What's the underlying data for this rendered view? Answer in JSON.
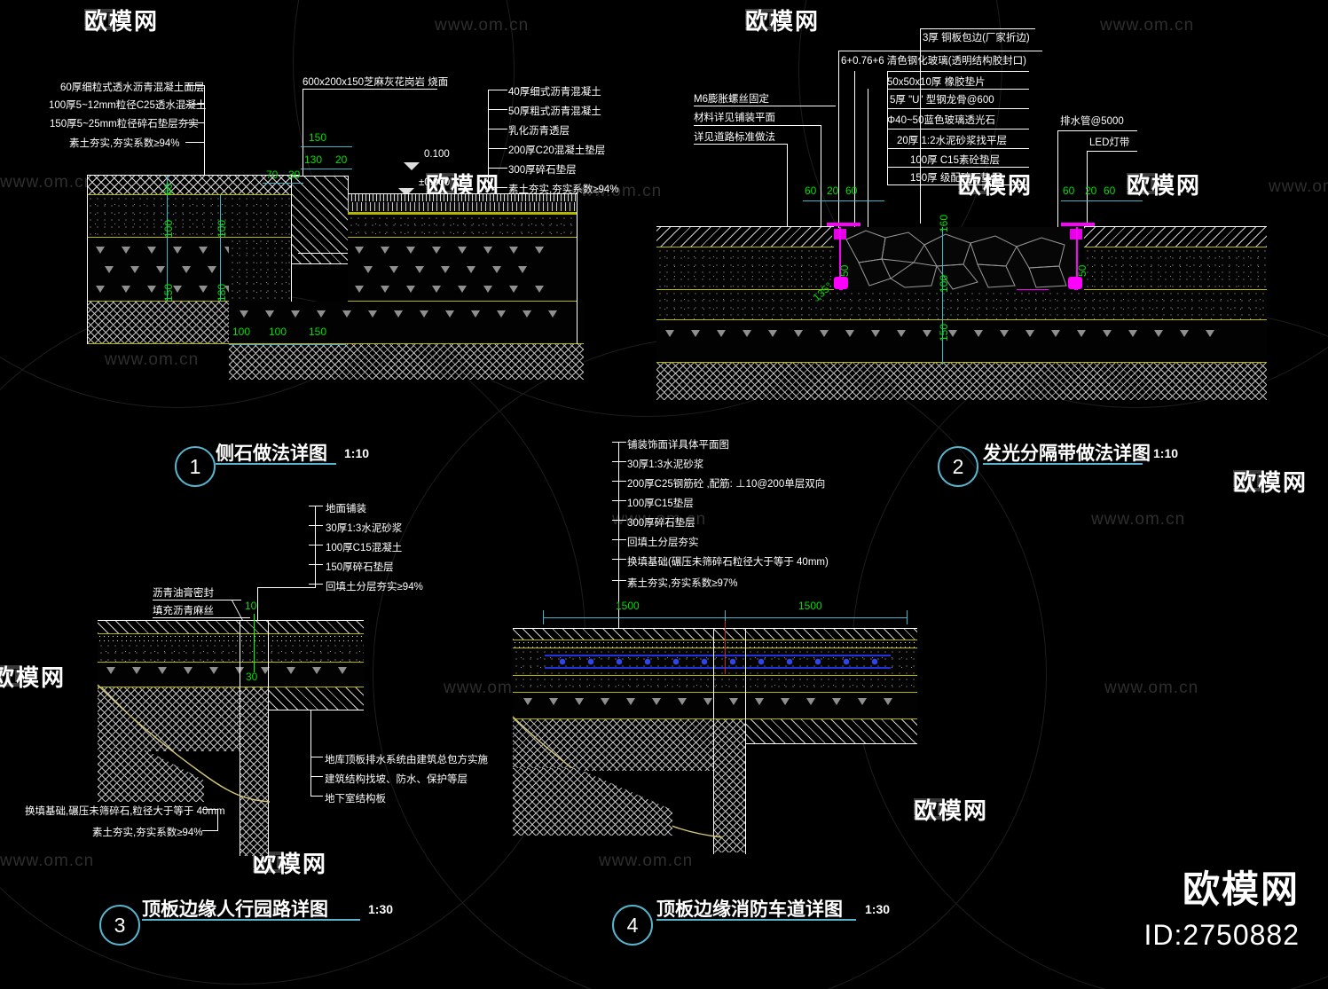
{
  "page": {
    "background_color": "#000000",
    "accent_color": "#58b4cc",
    "dim_color": "#00e000",
    "magenta_color": "#ff00ff",
    "yellow_color": "#b8b800"
  },
  "brand": {
    "name": "欧模网",
    "id": "ID:2750882"
  },
  "watermarks": {
    "text": "www.om.cn",
    "logo_text": "欧模网"
  },
  "details": [
    {
      "number": "1",
      "title": "侧石做法详图",
      "scale": "1:10",
      "left_notes": [
        "60厚细粒式透水沥青混凝土面层",
        "100厚5~12mm粒径C25透水混凝土",
        "150厚5~25mm粒径碎石垫层夯实",
        "素土夯实,夯实系数≥94%"
      ],
      "top_note": "600x200x150芝麻灰花岗岩  烧面",
      "right_notes": [
        "40厚细式沥青混凝土",
        "50厚粗式沥青混凝土",
        "乳化沥青透层",
        "200厚C20混凝土垫层",
        "300厚碎石垫层",
        "素土夯实,夯实系数≥94%"
      ],
      "elevations": [
        "0.100",
        "±0.000"
      ],
      "dimensions": {
        "top": [
          "150",
          "130",
          "20",
          "70",
          "30"
        ],
        "left": [
          "60",
          "100",
          "150"
        ],
        "inner": [
          "100",
          "180"
        ],
        "bottom": [
          "100",
          "100",
          "150"
        ]
      }
    },
    {
      "number": "2",
      "title": "发光分隔带做法详图",
      "scale": "1:10",
      "left_notes": [
        "M6膨胀螺丝固定",
        "材料详见铺装平面",
        "详见道路标准做法"
      ],
      "right_notes": [
        "3厚  铜板包边(厂家折边)",
        "6+0.76+6  清色钢化玻璃(透明结构胶封口)",
        "50x50x10厚  橡胶垫片",
        "5厚 \"U\" 型钢龙骨@600",
        "Φ40~50蓝色玻璃透光石",
        "20厚 1:2水泥砂浆找平层",
        "100厚  C15素砼垫层",
        "150厚  级配碎石垫层"
      ],
      "far_right_notes": [
        "排水管@5000",
        "LED灯带"
      ],
      "dimensions": {
        "top_left": [
          "60",
          "20",
          "60"
        ],
        "top_right": [
          "60",
          "20",
          "60"
        ],
        "center": [
          "160",
          "100",
          "150"
        ],
        "side": [
          "50",
          "50"
        ],
        "angle": "135°"
      }
    },
    {
      "number": "3",
      "title": "顶板边缘人行园路详图",
      "scale": "1:30",
      "right_notes": [
        "地面铺装",
        "30厚1:3水泥砂浆",
        "100厚C15混凝土",
        "150厚碎石垫层",
        "回填土分层夯实≥94%"
      ],
      "left_notes": [
        "沥青油膏密封",
        "填充沥青麻丝"
      ],
      "bottom_left_notes": [
        "换填基础,碾压未筛碎石,粒径大于等于 40mm",
        "素土夯实,夯实系数≥94%"
      ],
      "lower_right_notes": [
        "地库顶板排水系统由建筑总包方实施",
        "建筑结构找坡、防水、保护等层",
        "地下室结构板"
      ],
      "dimensions": {
        "gap": "10",
        "slope": "30"
      }
    },
    {
      "number": "4",
      "title": "顶板边缘消防车道详图",
      "scale": "1:30",
      "notes": [
        "铺装饰面详具体平面图",
        "30厚1:3水泥砂浆",
        "200厚C25钢筋砼  ,配筋: ⊥10@200单层双向",
        "100厚C15垫层",
        "300厚碎石垫层",
        "回填土分层夯实",
        "换填基础(碾压未筛碎石粒径大于等于  40mm)",
        "素土夯实,夯实系数≥97%"
      ],
      "dimensions": {
        "top": [
          "1500",
          "1500"
        ]
      }
    }
  ]
}
